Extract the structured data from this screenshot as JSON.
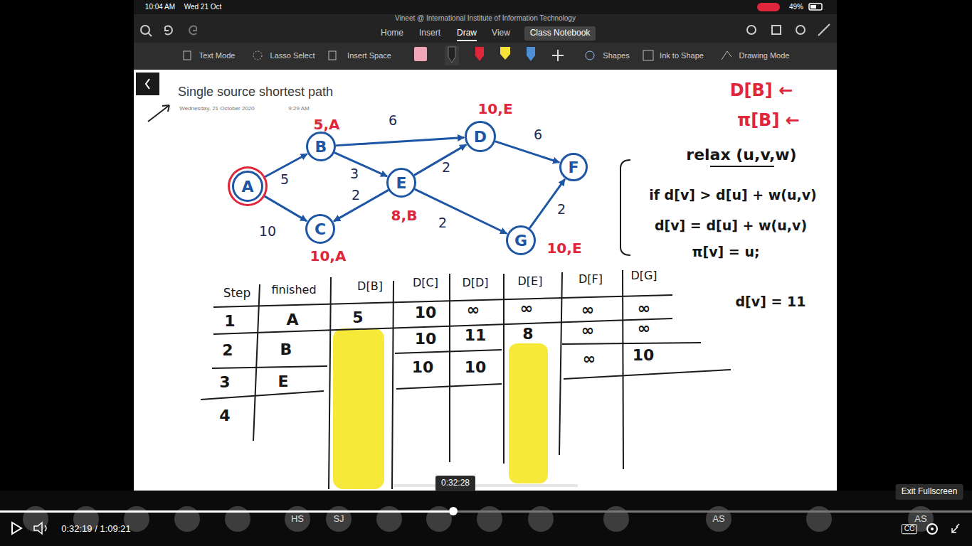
{
  "diagram": {
    "title": "Single source shortest path",
    "nodes": [
      {
        "text": [
          "A"
        ]
      },
      {
        "text": [
          "B",
          "5,A"
        ]
      },
      {
        "text": [
          "C",
          "10,A"
        ]
      },
      {
        "text": [
          "D",
          "10,E"
        ]
      },
      {
        "text": [
          "E",
          "8,B"
        ]
      },
      {
        "text": [
          "F"
        ]
      },
      {
        "text": [
          "G",
          "10,E"
        ]
      }
    ],
    "edges": [
      {
        "from": 0,
        "to": 1,
        "label": "5",
        "arrow": "to"
      },
      {
        "from": 0,
        "to": 2,
        "label": "10",
        "arrow": "to"
      },
      {
        "from": 1,
        "to": 3,
        "label": "6",
        "arrow": "to"
      },
      {
        "from": 1,
        "to": 4,
        "label": "3",
        "arrow": "to"
      },
      {
        "from": 4,
        "to": 3,
        "label": "2",
        "arrow": "to"
      },
      {
        "from": 4,
        "to": 2,
        "label": "2",
        "arrow": "to"
      },
      {
        "from": 4,
        "to": 6,
        "label": "2",
        "arrow": "to"
      },
      {
        "from": 3,
        "to": 5,
        "label": "6",
        "arrow": "to"
      },
      {
        "from": 6,
        "to": 5,
        "label": "2",
        "arrow": "to"
      }
    ],
    "labels": [
      "10:04 AM",
      "Wed 21 Oct",
      "49%",
      "Vineet @ International Institute of Information Technology",
      "Home",
      "Insert",
      "Draw",
      "View",
      "Class Notebook",
      "Text Mode",
      "Lasso Select",
      "Insert Space",
      "Shapes",
      "Ink to Shape",
      "Drawing Mode",
      "Wednesday, 21 October 2020",
      "9:29 AM",
      "D[B] ←",
      "π[B] ←",
      "relax (u,v,w)",
      "if d[v] > d[u] + w(u,v)",
      "d[v] = d[u] + w(u,v)",
      "π[v] = u;",
      "d[v] = 11",
      "Step",
      "finished",
      "D[B]",
      "D[C]",
      "D[D]",
      "D[E]",
      "D[F]",
      "D[G]",
      "1",
      "A",
      "5",
      "10",
      "∞",
      "∞",
      "∞",
      "∞",
      "2",
      "B",
      "10",
      "11",
      "8",
      "∞",
      "∞",
      "3",
      "E",
      "10",
      "10",
      "∞",
      "10",
      "4",
      "0:32:28",
      "Exit Fullscreen",
      "0:32:19 / 1:09:21",
      "HS",
      "SJ",
      "AS",
      "AS",
      "CC"
    ]
  }
}
